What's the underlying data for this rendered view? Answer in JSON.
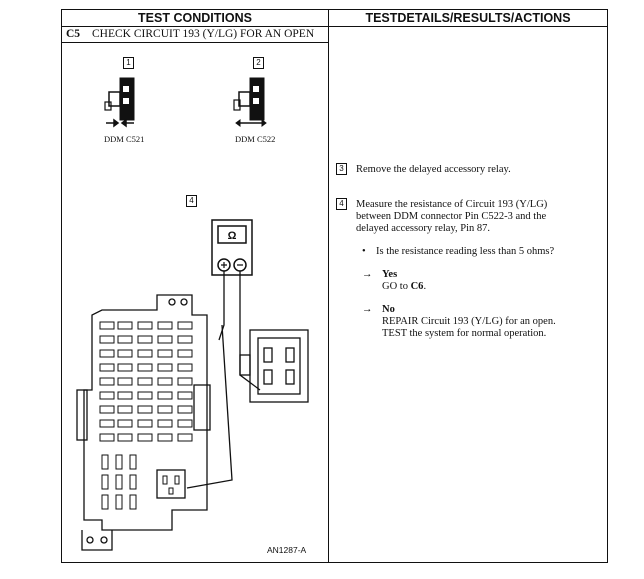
{
  "header": {
    "left": "TEST CONDITIONS",
    "right": "TESTDETAILS/RESULTS/ACTIONS"
  },
  "step": {
    "code": "C5",
    "title": "CHECK CIRCUIT 193 (Y/LG) FOR AN OPEN"
  },
  "figure": {
    "callouts": [
      "1",
      "2",
      "4"
    ],
    "connector_left": "DDM C521",
    "connector_right": "DDM C522",
    "meter_symbol": "Ω",
    "figure_id": "AN1287-A"
  },
  "actions": [
    {
      "num": "3",
      "text": "Remove the delayed accessory relay."
    },
    {
      "num": "4",
      "lines": [
        "Measure the resistance of Circuit 193 (Y/LG)",
        "between DDM connector Pin C522-3 and the",
        "delayed accessory relay, Pin 87."
      ]
    }
  ],
  "question": "Is the resistance reading less than 5 ohms?",
  "yes": {
    "label": "Yes",
    "go_prefix": "GO to ",
    "go_target": "C6",
    "go_suffix": "."
  },
  "no": {
    "label": "No",
    "lines": [
      "REPAIR Circuit 193 (Y/LG) for an open.",
      "TEST the system for normal operation."
    ]
  }
}
